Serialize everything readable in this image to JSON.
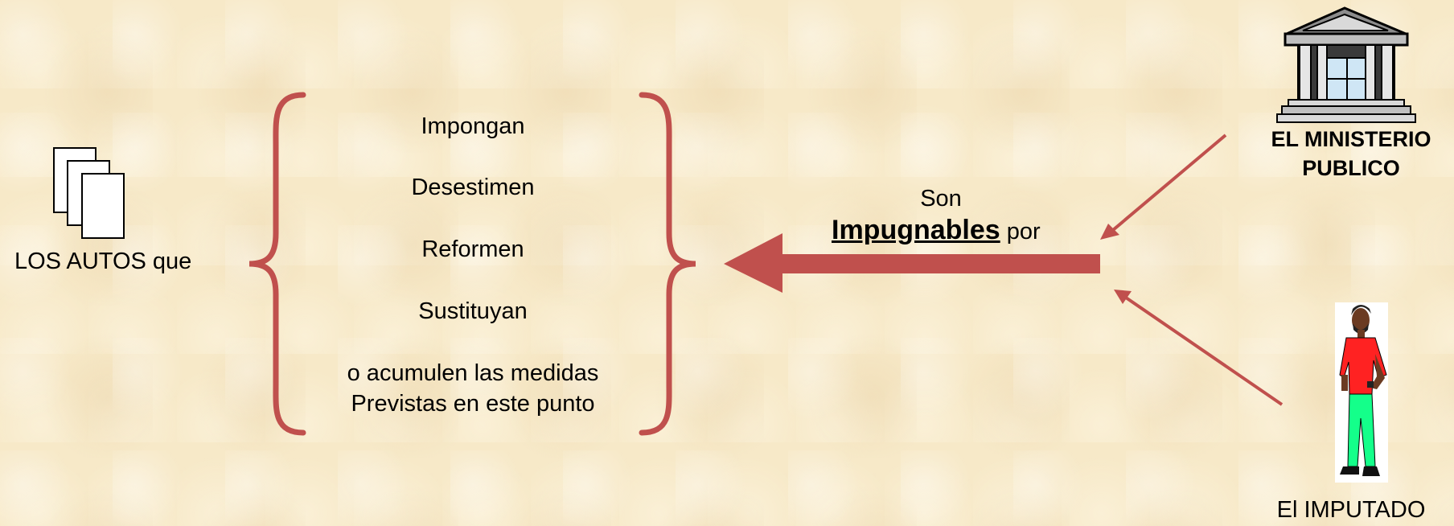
{
  "subject": {
    "label": "LOS AUTOS que",
    "icon": "documents-icon"
  },
  "actions": [
    {
      "text": "Impongan"
    },
    {
      "text": "Desestimen"
    },
    {
      "text": "Reformen"
    },
    {
      "text": "Sustituyan"
    },
    {
      "text": "o acumulen las medidas"
    },
    {
      "text": "Previstas en este punto"
    }
  ],
  "relation": {
    "line1": "Son",
    "emphasis": "Impugnables",
    "suffix": "por"
  },
  "parties": {
    "ministerio": {
      "line1": "EL MINISTERIO",
      "line2": "PUBLICO",
      "icon": "courthouse-icon"
    },
    "imputado": {
      "label": "El  IMPUTADO",
      "icon": "person-icon"
    }
  },
  "colors": {
    "accent": "#c0504d",
    "background": "#f7e9c8"
  }
}
